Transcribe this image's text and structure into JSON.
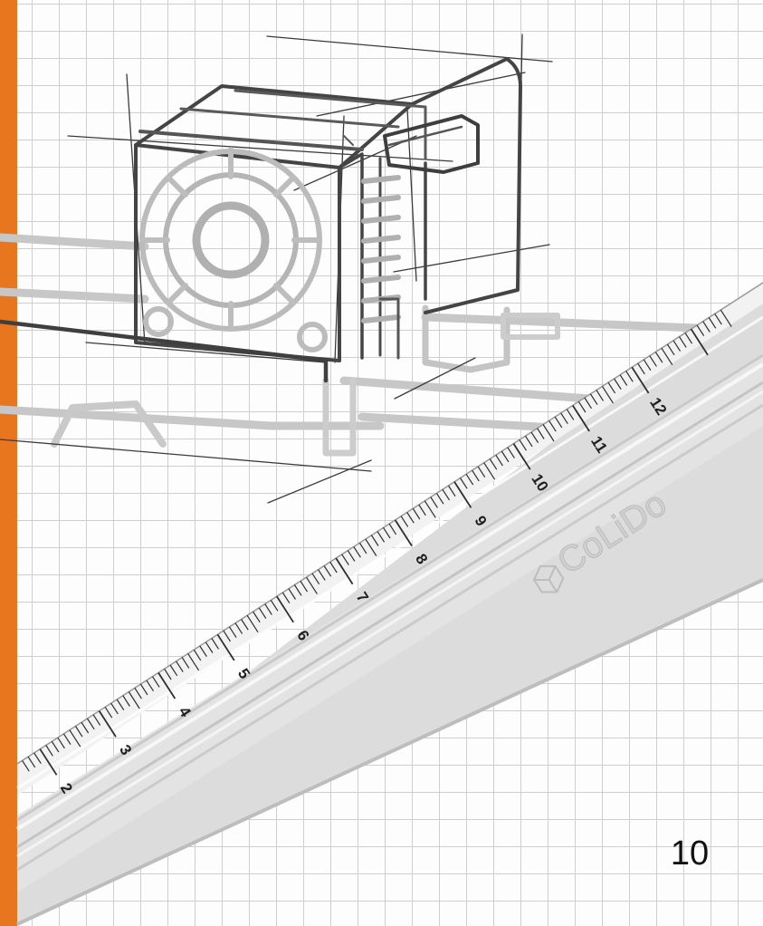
{
  "page": {
    "number": "10",
    "accent_color": "#e8761f"
  },
  "ruler": {
    "brand": "CoLiDo",
    "cm_labels": [
      "2",
      "3",
      "4",
      "5",
      "6",
      "7",
      "8",
      "9",
      "10",
      "11",
      "12"
    ]
  },
  "illustration": {
    "subject": "3d-printer-print-head-sketch-icon"
  }
}
